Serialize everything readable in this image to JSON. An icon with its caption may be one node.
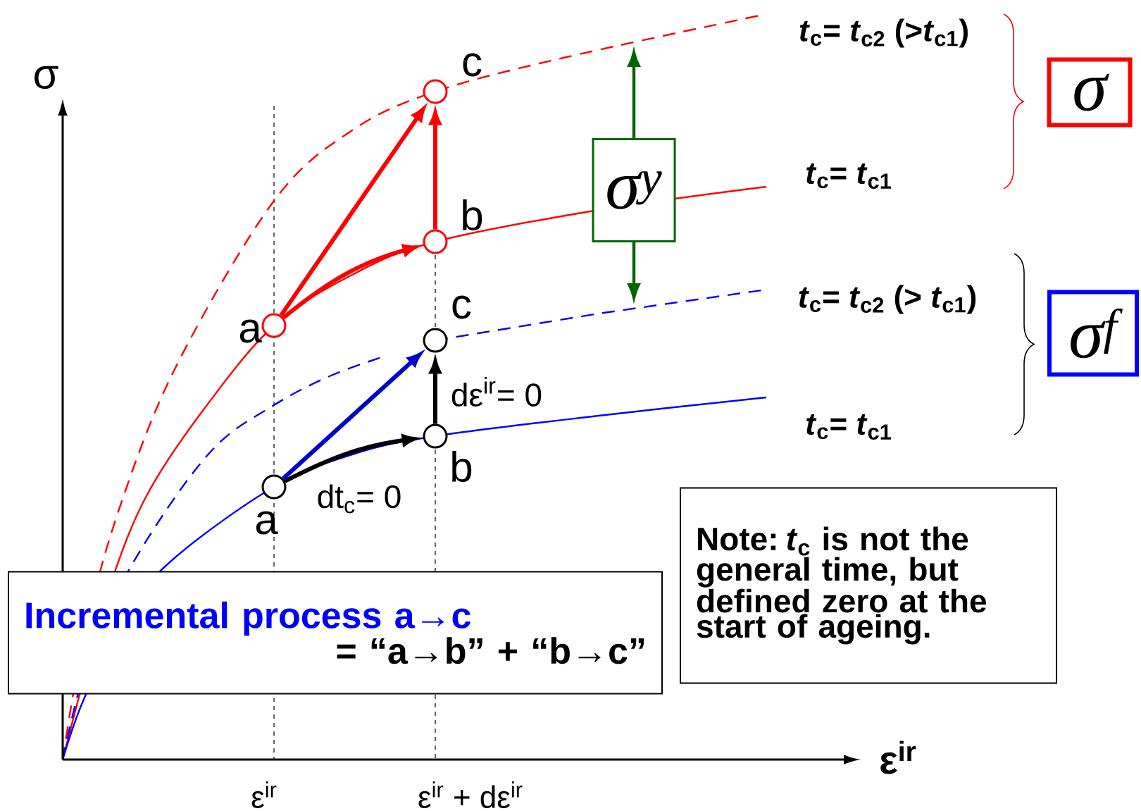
{
  "diagram": {
    "nodes": [
      {
        "text": [],
        "shape": "circle",
        "beside": [
          "a"
        ]
      },
      {
        "text": [],
        "shape": "circle",
        "beside": [
          "b"
        ]
      },
      {
        "text": [],
        "shape": "circle",
        "beside": [
          "c"
        ]
      },
      {
        "text": [],
        "shape": "circle",
        "beside": [
          "a"
        ]
      },
      {
        "text": [],
        "shape": "circle",
        "beside": [
          "b"
        ]
      },
      {
        "text": [],
        "shape": "circle",
        "beside": [
          "c"
        ]
      },
      {
        "text": [
          "σ$^{y}$"
        ]
      },
      {
        "text": [
          "σ"
        ]
      },
      {
        "text": [
          "σ$^{f}$"
        ]
      },
      {
        "text": [
          "Incremental process a→c",
          "= “a→b” +  “b→c”"
        ]
      },
      {
        "text": [
          "Note: *t*$_{c}$ is not the general time, but defined zero at the start of ageing."
        ]
      }
    ],
    "edges": [
      {
        "from": 0,
        "to": 1,
        "arrow": "to",
        "color": "#ff0000"
      },
      {
        "from": 0,
        "to": 2,
        "arrow": "to",
        "color": "#ff0000"
      },
      {
        "from": 1,
        "to": 2,
        "arrow": "to",
        "color": "#ff0000"
      },
      {
        "from": 3,
        "to": 4,
        "arrow": "to",
        "label": "dt$_{c}$= 0",
        "color": "#000000"
      },
      {
        "from": 4,
        "to": 5,
        "arrow": "to",
        "label": "dε$^{ir}$= 0",
        "color": "#000000"
      },
      {
        "from": 3,
        "to": 5,
        "arrow": "to",
        "color": "#0000cc"
      },
      {
        "from": 6,
        "to": null,
        "arrow": "to",
        "color": "#006600"
      },
      {
        "from": 6,
        "to": null,
        "arrow": "to",
        "color": "#006600"
      }
    ],
    "labels": [
      "σ",
      "*t*$_{c}$= *t*$_{c2}$ (>*t*$_{c1}$)",
      "*t*$_{c}$= *t*$_{c1}$",
      "*t*$_{c}$= *t*$_{c2}$ (> *t*$_{c1}$)",
      "*t*$_{c}$= *t*$_{c1}$",
      "ε$^{ir}$",
      "ε$^{ir}$",
      "ε$^{ir}$ + dε$^{ir}$"
    ]
  }
}
